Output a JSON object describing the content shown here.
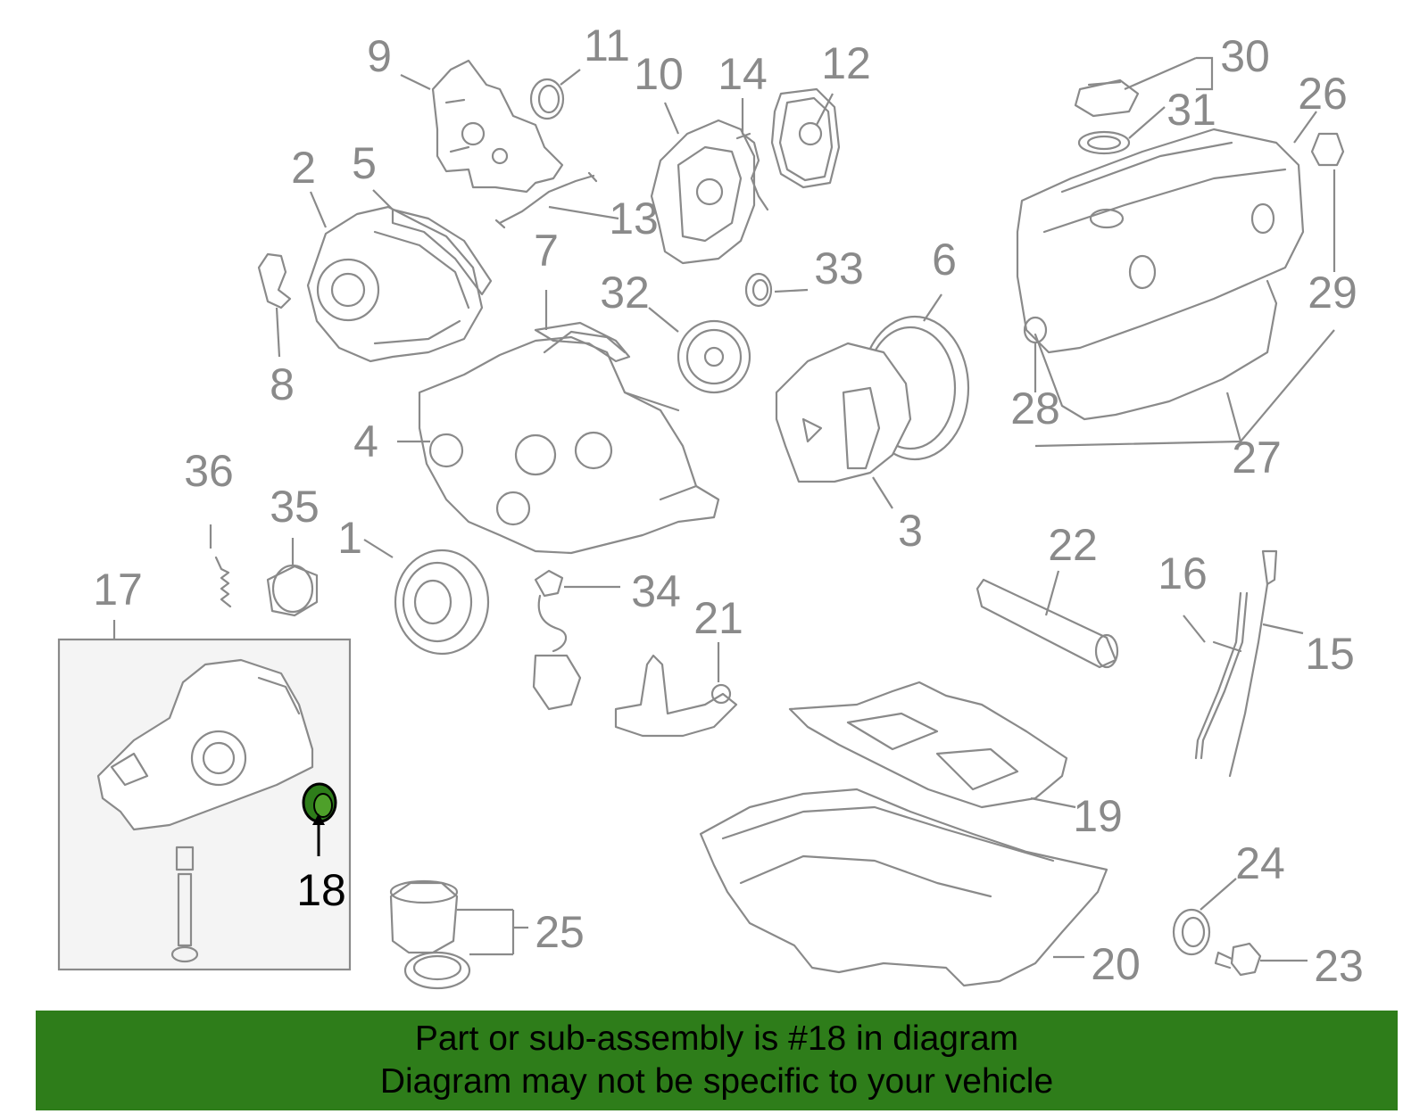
{
  "colors": {
    "line": "#8a8a8a",
    "highlight": "#000000",
    "highlight_part": "#2e7d1a",
    "banner_bg": "#2e7d1a",
    "banner_text": "#000000",
    "inset_bg": "#f4f4f4"
  },
  "callouts": [
    {
      "id": "1",
      "label": "1"
    },
    {
      "id": "2",
      "label": "2"
    },
    {
      "id": "3",
      "label": "3"
    },
    {
      "id": "4",
      "label": "4"
    },
    {
      "id": "5",
      "label": "5"
    },
    {
      "id": "6",
      "label": "6"
    },
    {
      "id": "7",
      "label": "7"
    },
    {
      "id": "8",
      "label": "8"
    },
    {
      "id": "9",
      "label": "9"
    },
    {
      "id": "10",
      "label": "10"
    },
    {
      "id": "11",
      "label": "11"
    },
    {
      "id": "12",
      "label": "12"
    },
    {
      "id": "13",
      "label": "13"
    },
    {
      "id": "14",
      "label": "14"
    },
    {
      "id": "15",
      "label": "15"
    },
    {
      "id": "16",
      "label": "16"
    },
    {
      "id": "17",
      "label": "17"
    },
    {
      "id": "18",
      "label": "18",
      "highlighted": true
    },
    {
      "id": "19",
      "label": "19"
    },
    {
      "id": "20",
      "label": "20"
    },
    {
      "id": "21",
      "label": "21"
    },
    {
      "id": "22",
      "label": "22"
    },
    {
      "id": "23",
      "label": "23"
    },
    {
      "id": "24",
      "label": "24"
    },
    {
      "id": "25",
      "label": "25"
    },
    {
      "id": "26",
      "label": "26"
    },
    {
      "id": "27",
      "label": "27"
    },
    {
      "id": "28",
      "label": "28"
    },
    {
      "id": "29",
      "label": "29"
    },
    {
      "id": "30",
      "label": "30"
    },
    {
      "id": "31",
      "label": "31"
    },
    {
      "id": "32",
      "label": "32"
    },
    {
      "id": "33",
      "label": "33"
    },
    {
      "id": "34",
      "label": "34"
    },
    {
      "id": "35",
      "label": "35"
    },
    {
      "id": "36",
      "label": "36"
    }
  ],
  "banner": {
    "line1": "Part or sub-assembly is #18 in diagram",
    "line2": "Diagram may not be specific to your vehicle"
  }
}
